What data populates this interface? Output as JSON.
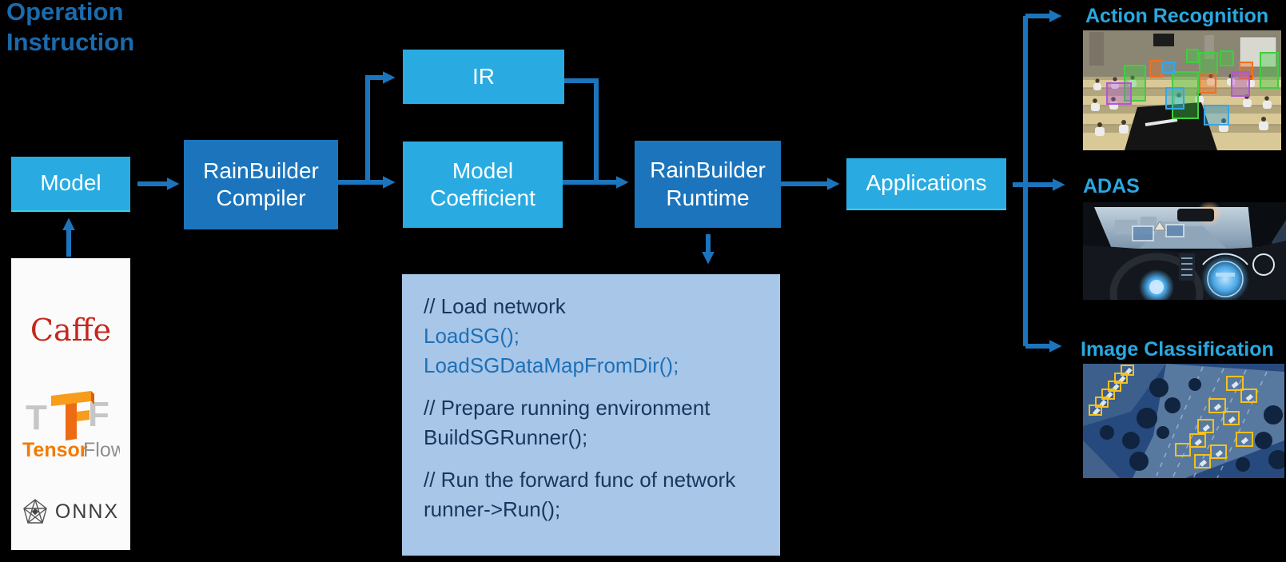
{
  "title": {
    "line1": "Operation",
    "line2": "Instruction"
  },
  "colors": {
    "background": "#000000",
    "light_blue_box": "#29ABE2",
    "dark_blue_box": "#1C75BC",
    "arrow": "#1C75BC",
    "title_text": "#1A6BAD",
    "app_label_blue": "#29A8E0",
    "code_bg": "#A8C6E8",
    "code_text_dark": "#17375D",
    "code_text_blue": "#1D70B8",
    "caffe_red": "#C5271D",
    "tensorflow_orange": "#F07B05",
    "onnx_gray": "#3C3C3C",
    "detection_yellow": "#F5C11E"
  },
  "nodes": {
    "model": "Model",
    "compiler": "RainBuilder\nCompiler",
    "ir": "IR",
    "coefficient": "Model\nCoefficient",
    "runtime": "RainBuilder\nRuntime",
    "applications": "Applications"
  },
  "sources": {
    "caffe": "Caffe",
    "tensorflow_tensor": "Tensor",
    "tensorflow_flow": "Flow",
    "onnx": "ONNX"
  },
  "code": {
    "lines": [
      {
        "text": "// Load network",
        "style": "comment"
      },
      {
        "text": "LoadSG();",
        "style": "blue"
      },
      {
        "text": "LoadSGDataMapFromDir();",
        "style": "blue"
      },
      {
        "text": "",
        "style": "blank"
      },
      {
        "text": "// Prepare running environment",
        "style": "comment"
      },
      {
        "text": "BuildSGRunner();",
        "style": "dark"
      },
      {
        "text": "",
        "style": "blank"
      },
      {
        "text": "// Run the forward func of network",
        "style": "comment"
      },
      {
        "text": "runner->Run();",
        "style": "dark"
      }
    ]
  },
  "apps": [
    {
      "label": "Action Recognition"
    },
    {
      "label": "ADAS"
    },
    {
      "label": "Image Classification"
    }
  ]
}
